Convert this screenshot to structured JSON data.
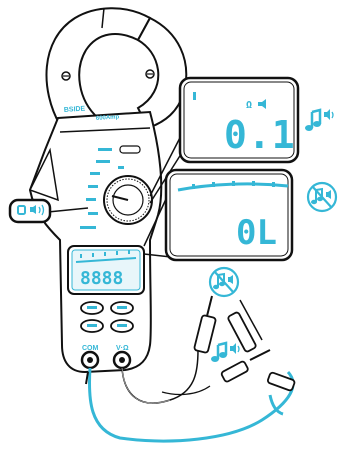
{
  "meter": {
    "brand_text": "BSIDE",
    "model_text": "600Amp",
    "port_labels": {
      "com": "COM",
      "volt": "V·Ω"
    }
  },
  "screens": {
    "main_lcd": {
      "reading": "8888"
    },
    "callout_top": {
      "reading": "0.1",
      "ohm_symbol": "Ω"
    },
    "callout_bottom": {
      "reading": "0L"
    }
  },
  "icons": {
    "continuity_off": "continuity-icon-disabled",
    "continuity_on": "continuity-icon",
    "mode_badge": "ohm-continuity-badge",
    "probe_red": "test-probe",
    "probe_black": "test-probe"
  },
  "colors": {
    "accent": "#35b7d6",
    "outline": "#111111",
    "background": "#ffffff"
  }
}
